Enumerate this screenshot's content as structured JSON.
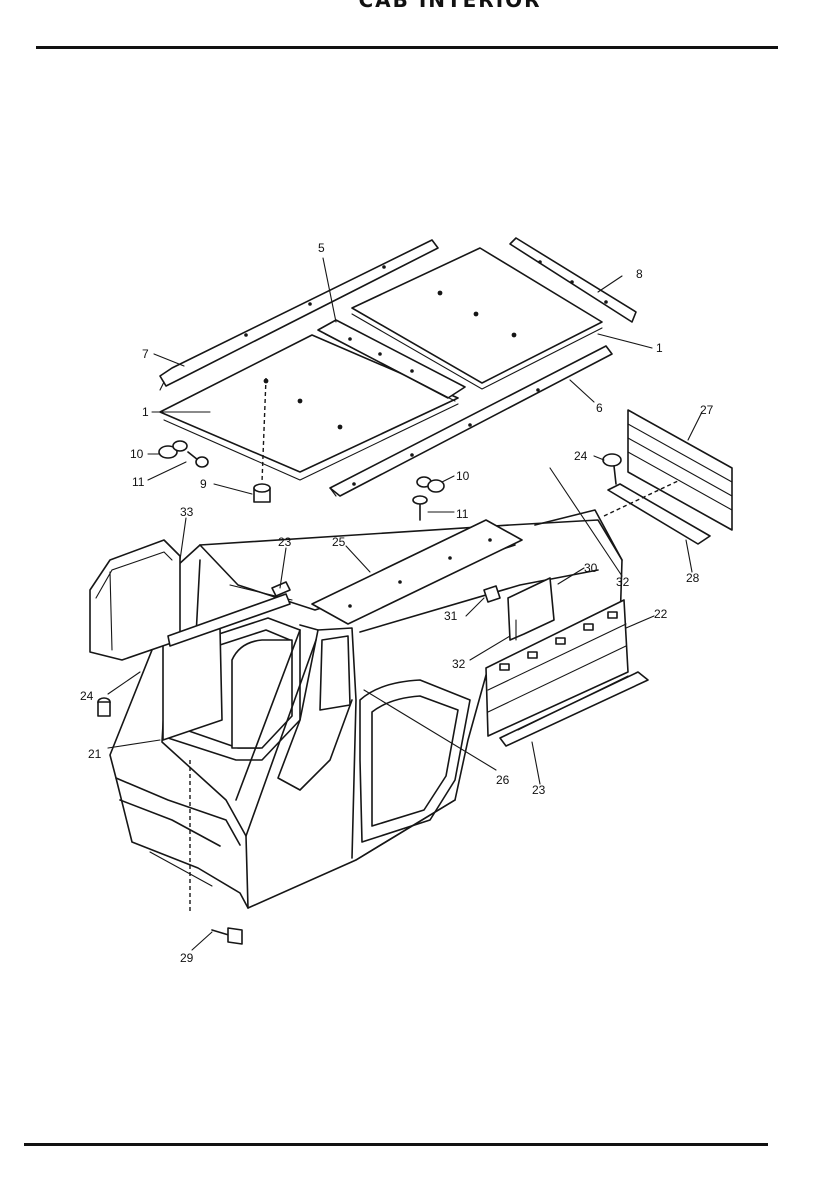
{
  "header": {
    "title": "CAB INTERIOR"
  },
  "callouts": {
    "c5": "5",
    "c8": "8",
    "c7": "7",
    "c1a": "1",
    "c1b": "1",
    "c6": "6",
    "c10a": "10",
    "c10b": "10",
    "c11a": "11",
    "c11b": "11",
    "c9": "9",
    "c24a": "24",
    "c24b": "24",
    "c27": "27",
    "c28": "28",
    "c33": "33",
    "c23a": "23",
    "c23b": "23",
    "c25": "25",
    "c30": "30",
    "c32a": "32",
    "c32b": "32",
    "c31": "31",
    "c22": "22",
    "c21": "21",
    "c26": "26",
    "c29": "29"
  }
}
